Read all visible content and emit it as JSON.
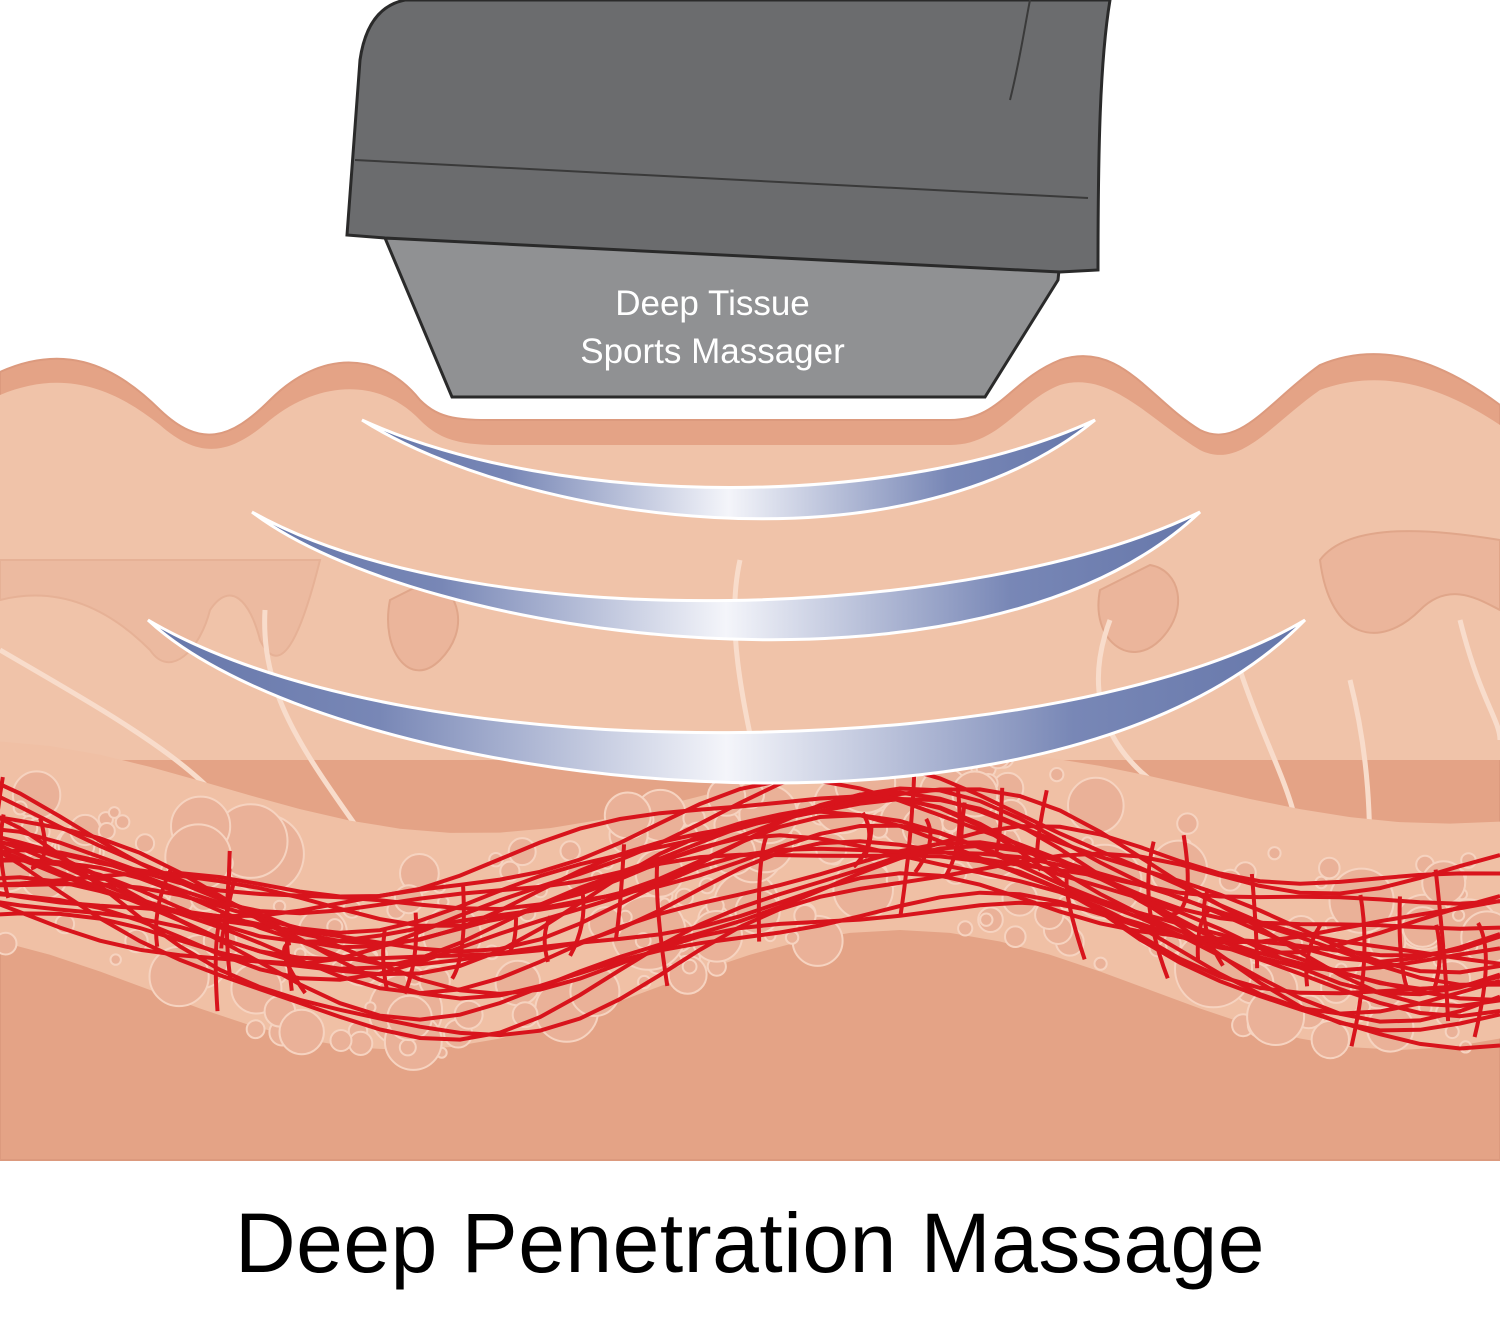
{
  "device": {
    "label_line1": "Deep Tissue",
    "label_line2": "Sports Massager"
  },
  "caption": "Deep Penetration Massage",
  "colors": {
    "device_dark": "#6b6c6e",
    "device_light": "#909193",
    "skin_surface": "#e4a386",
    "skin": "#efc2a8",
    "tissue": "#efbba2",
    "vessels": "#d8141c",
    "wave_edge": "#6e7db0"
  }
}
